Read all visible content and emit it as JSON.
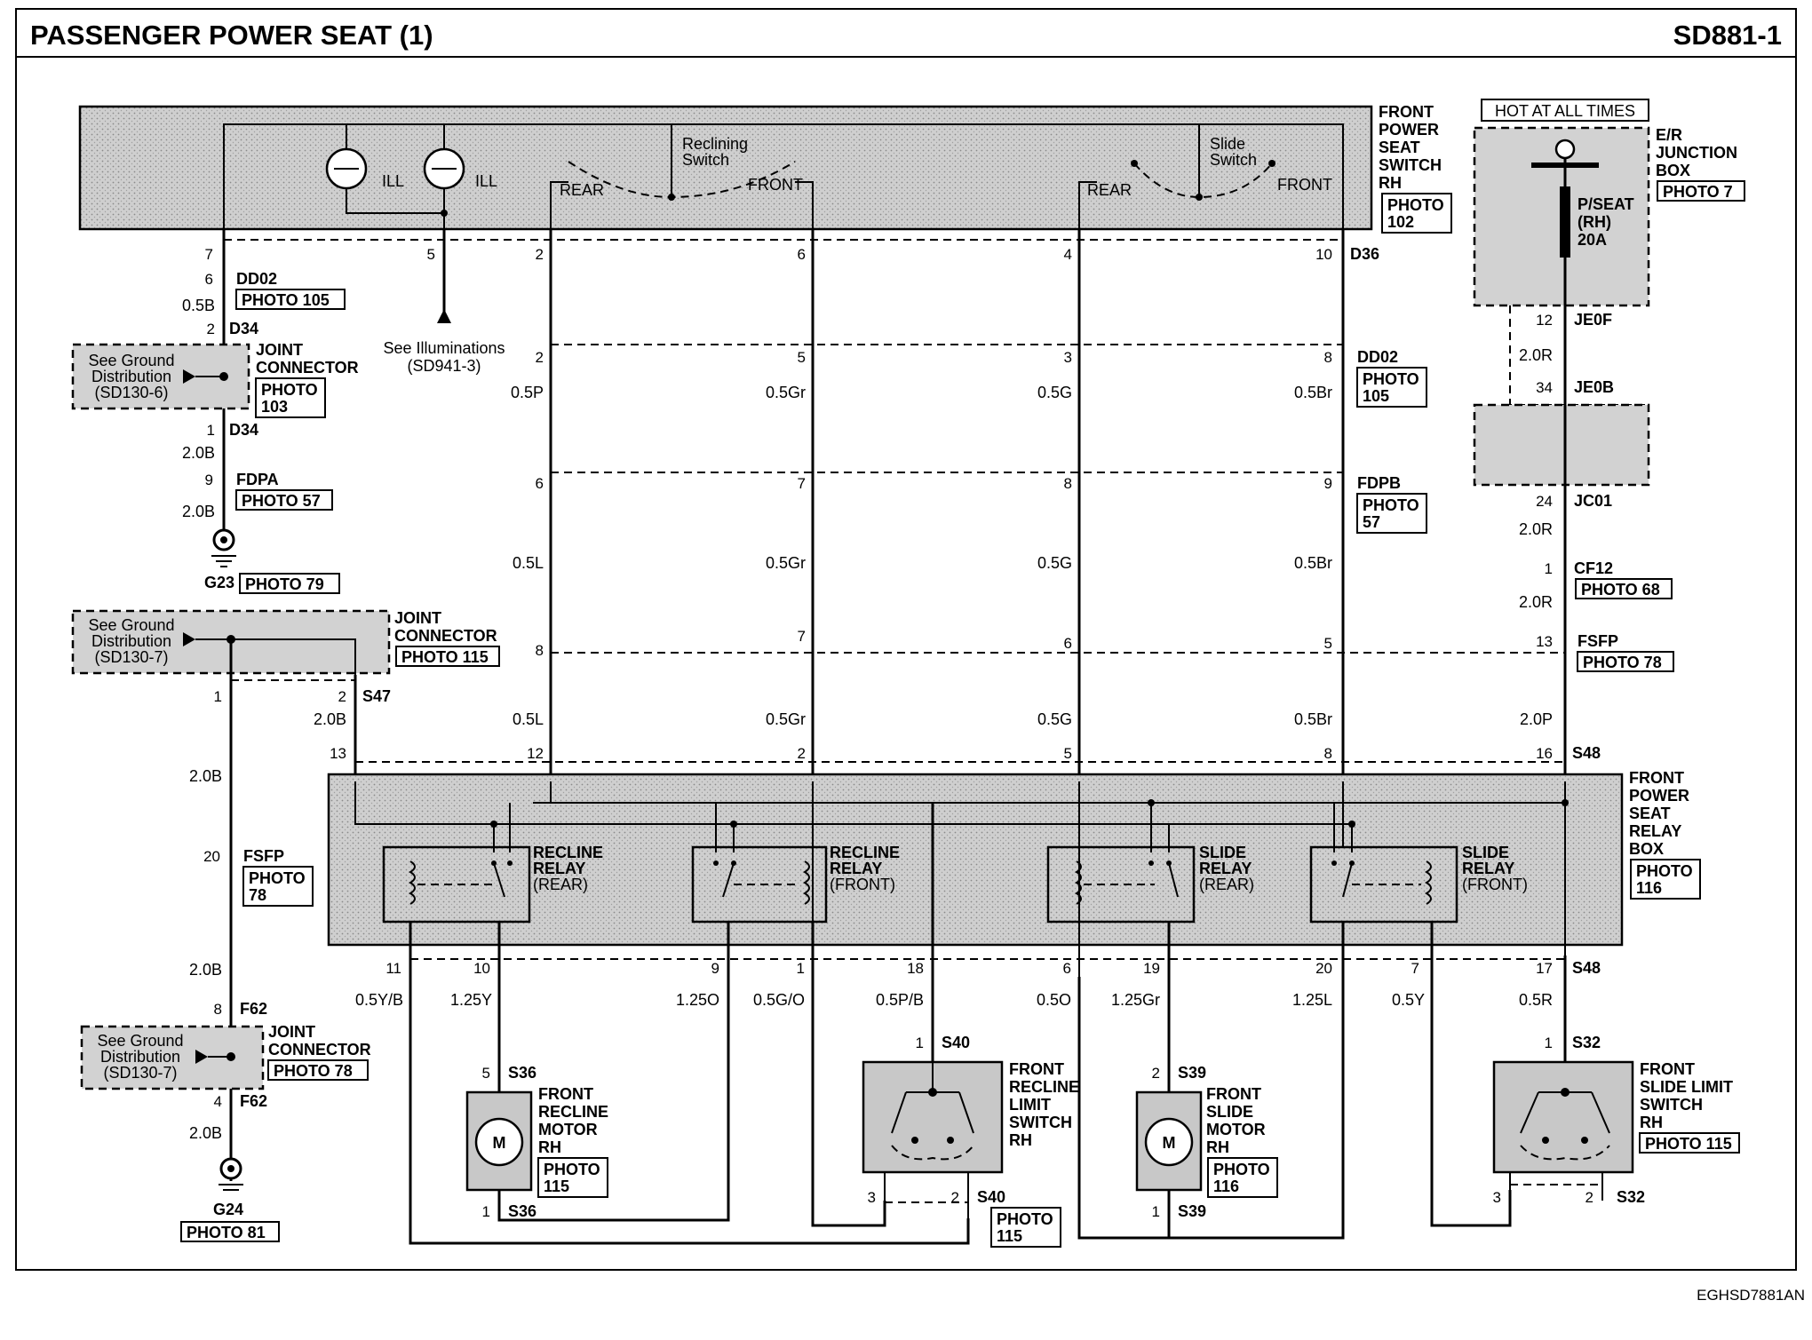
{
  "header": {
    "title": "PASSENGER POWER SEAT (1)",
    "code": "SD881-1"
  },
  "footer": {
    "code": "EGHSD7881AN"
  },
  "components": {
    "switch": {
      "l1": "FRONT",
      "l2": "POWER",
      "l3": "SEAT",
      "l4": "SWITCH",
      "l5": "RH",
      "photo": "PHOTO",
      "photo_n": "102",
      "connector": "D36"
    },
    "ill_label": "ILL",
    "recline_switch": {
      "l1": "Reclining",
      "l2": "Switch",
      "rear": "REAR",
      "front": "FRONT"
    },
    "slide_switch": {
      "l1": "Slide",
      "l2": "Switch",
      "rear": "REAR",
      "front": "FRONT"
    },
    "hot": "HOT AT ALL TIMES",
    "junction_box": {
      "l1": "E/R",
      "l2": "JUNCTION",
      "l3": "BOX",
      "photo": "PHOTO 7"
    },
    "fuse": {
      "l1": "P/SEAT",
      "l2": "(RH)",
      "l3": "20A"
    },
    "relay_box": {
      "l1": "FRONT",
      "l2": "POWER",
      "l3": "SEAT",
      "l4": "RELAY",
      "l5": "BOX",
      "photo": "PHOTO",
      "photo_n": "116"
    },
    "relays": [
      {
        "l1": "RECLINE",
        "l2": "RELAY",
        "l3": "(REAR)"
      },
      {
        "l1": "RECLINE",
        "l2": "RELAY",
        "l3": "(FRONT)"
      },
      {
        "l1": "SLIDE",
        "l2": "RELAY",
        "l3": "(REAR)"
      },
      {
        "l1": "SLIDE",
        "l2": "RELAY",
        "l3": "(FRONT)"
      }
    ],
    "recline_motor": {
      "l1": "FRONT",
      "l2": "RECLINE",
      "l3": "MOTOR",
      "l4": "RH",
      "photo": "PHOTO",
      "photo_n": "115",
      "m": "M"
    },
    "slide_motor": {
      "l1": "FRONT",
      "l2": "SLIDE",
      "l3": "MOTOR",
      "l4": "RH",
      "photo": "PHOTO",
      "photo_n": "116",
      "m": "M"
    },
    "recline_limit": {
      "l1": "FRONT",
      "l2": "RECLINE",
      "l3": "LIMIT",
      "l4": "SWITCH",
      "l5": "RH",
      "photo": "PHOTO",
      "photo_n": "115"
    },
    "slide_limit": {
      "l1": "FRONT",
      "l2": "SLIDE LIMIT",
      "l3": "SWITCH",
      "l4": "RH",
      "photo": "PHOTO 115"
    },
    "joint1": {
      "l1": "JOINT",
      "l2": "CONNECTOR",
      "photo": "PHOTO",
      "photo_n": "103",
      "see1": "See Ground",
      "see2": "Distribution",
      "see3": "(SD130-6)"
    },
    "joint2": {
      "l1": "JOINT",
      "l2": "CONNECTOR",
      "photo": "PHOTO 115",
      "see1": "See Ground",
      "see2": "Distribution",
      "see3": "(SD130-7)"
    },
    "joint3": {
      "l1": "JOINT",
      "l2": "CONNECTOR",
      "photo": "PHOTO 78",
      "see1": "See Ground",
      "see2": "Distribution",
      "see3": "(SD130-7)"
    },
    "illum": {
      "l1": "See Illuminations",
      "l2": "(SD941-3)"
    },
    "g23": {
      "name": "G23",
      "photo": "PHOTO 79"
    },
    "g24": {
      "name": "G24",
      "photo": "PHOTO 81"
    }
  },
  "connectors": {
    "dd02": "DD02",
    "dd02_photo": "PHOTO 105",
    "dd02b_photo": "PHOTO",
    "dd02b_photo_n": "105",
    "d34": "D34",
    "fdpa": "FDPA",
    "fdpa_photo": "PHOTO 57",
    "fdpb": "FDPB",
    "fdpb_photo": "PHOTO",
    "fdpb_photo_n": "57",
    "fsfp": "FSFP",
    "fsfp_photo": "PHOTO 78",
    "fsfp2_photo": "PHOTO",
    "fsfp2_photo_n": "78",
    "s47": "S47",
    "s48": "S48",
    "f62": "F62",
    "je0f": "JE0F",
    "je0b": "JE0B",
    "jc01": "JC01",
    "cf12": "CF12",
    "cf12_photo": "PHOTO 68",
    "s36": "S36",
    "s40": "S40",
    "s40_photo": "PHOTO",
    "s40_photo_n": "115",
    "s39": "S39",
    "s32": "S32"
  },
  "wires": {
    "b05": "0.5B",
    "b20": "2.0B",
    "p05": "0.5P",
    "gr05": "0.5Gr",
    "g05": "0.5G",
    "br05": "0.5Br",
    "l05": "0.5L",
    "r20": "2.0R",
    "p20": "2.0P",
    "yb": "0.5Y/B",
    "y125": "1.25Y",
    "o125": "1.25O",
    "go": "0.5G/O",
    "pb": "0.5P/B",
    "o05": "0.5O",
    "gr125": "1.25Gr",
    "l125": "1.25L",
    "y05": "0.5Y",
    "r05": "0.5R"
  },
  "pins": {
    "d36": [
      "7",
      "5",
      "2",
      "6",
      "4",
      "10"
    ],
    "dd02a": [
      "6"
    ],
    "d34": [
      "2",
      "1"
    ],
    "fdpa": [
      "9"
    ],
    "dd02b": [
      "2",
      "5",
      "3",
      "8"
    ],
    "fdpb": [
      "6",
      "7",
      "8",
      "9"
    ],
    "fsfp_a": [
      "8",
      "7",
      "6",
      "5",
      "13"
    ],
    "s47": [
      "1",
      "2"
    ],
    "s48_top": [
      "13",
      "12",
      "2",
      "5",
      "8",
      "16"
    ],
    "s48_bot": [
      "11",
      "10",
      "9",
      "1",
      "18",
      "6",
      "19",
      "20",
      "7",
      "17"
    ],
    "fsfp_b": [
      "20"
    ],
    "f62": [
      "8",
      "4"
    ],
    "je0f": [
      "12"
    ],
    "je0b": [
      "34"
    ],
    "jc01": [
      "24"
    ],
    "cf12": [
      "1"
    ],
    "s36": [
      "5",
      "1"
    ],
    "s40": [
      "1",
      "3",
      "2"
    ],
    "s39": [
      "2",
      "1"
    ],
    "s32": [
      "1",
      "3",
      "2"
    ]
  }
}
